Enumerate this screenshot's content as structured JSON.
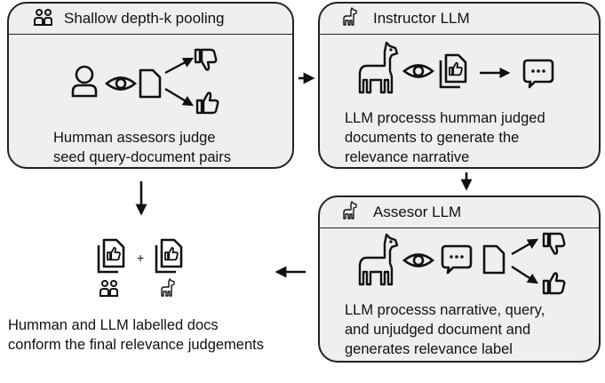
{
  "panels": {
    "pooling": {
      "title": "Shallow depth-k pooling",
      "text": "Humman assesors judge\nseed query-document pairs",
      "title_icon": "people-icon"
    },
    "instructor": {
      "title": "Instructor LLM",
      "text": "LLM processs humman judged\ndocuments to generate the\nrelevance narrative",
      "title_icon": "llama-icon"
    },
    "assessor": {
      "title": "Assesor  LLM",
      "text": "LLM processs narrative, query,\nand unjudged document and\ngenerates relevance label",
      "title_icon": "llama-icon"
    }
  },
  "final": {
    "text": "Humman and  LLM labelled docs\nconform the final relevance judgements",
    "plus": "+"
  },
  "colors": {
    "panel_fill": "#efefef",
    "stroke": "#222222",
    "text": "#111111"
  }
}
